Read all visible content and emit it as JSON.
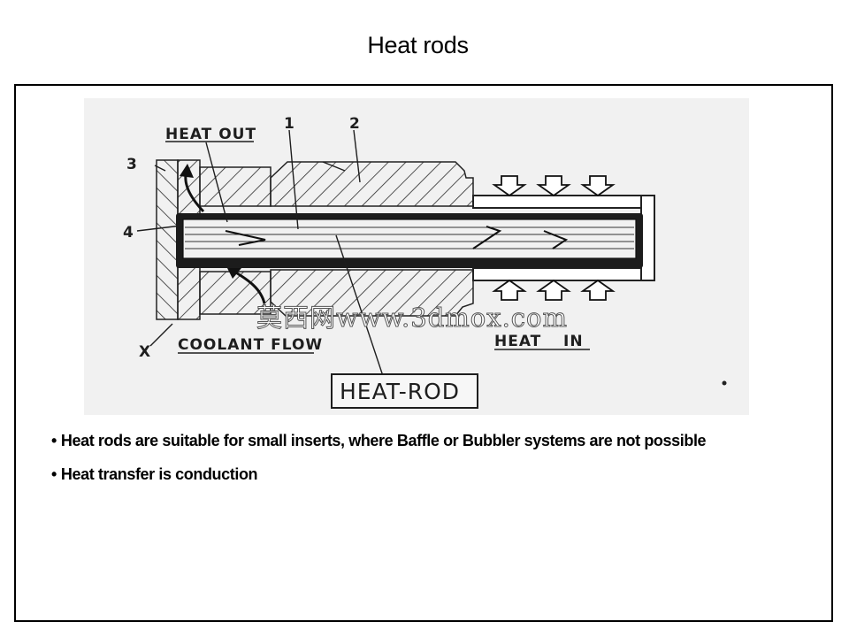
{
  "slide": {
    "title": "Heat rods"
  },
  "figure": {
    "label_heat_out": "HEAT OUT",
    "label_1": "1",
    "label_2": "2",
    "label_3": "3",
    "label_4": "4",
    "label_x": "X",
    "label_coolant_flow": "COOLANT FLOW",
    "label_heat": "HEAT",
    "label_in": "IN",
    "label_heat_rod": "HEAT-ROD",
    "watermark": "莫西网www.3dmox.com"
  },
  "bullets": [
    "Heat rods are suitable for small inserts, where Baffle or Bubbler systems are not possible",
    "Heat transfer is conduction"
  ],
  "bullet_marker": "•"
}
